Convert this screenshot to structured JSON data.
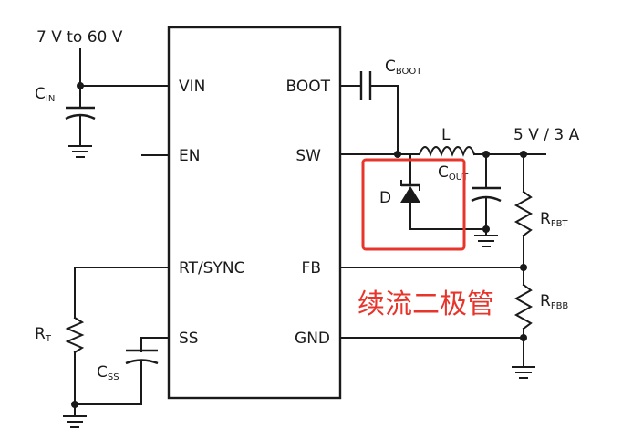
{
  "supply": {
    "input_range": "7 V to 60 V",
    "output": "5 V / 3 A"
  },
  "pins": {
    "vin": "VIN",
    "en": "EN",
    "rt_sync": "RT/SYNC",
    "ss": "SS",
    "boot": "BOOT",
    "sw": "SW",
    "fb": "FB",
    "gnd": "GND"
  },
  "components": {
    "c_in": {
      "main": "C",
      "sub": "IN"
    },
    "c_boot": {
      "main": "C",
      "sub": "BOOT"
    },
    "inductor": "L",
    "c_out": {
      "main": "C",
      "sub": "OUT"
    },
    "diode": "D",
    "r_fbt": {
      "main": "R",
      "sub": "FBT"
    },
    "r_fbb": {
      "main": "R",
      "sub": "FBB"
    },
    "r_t": {
      "main": "R",
      "sub": "T"
    },
    "c_ss": {
      "main": "C",
      "sub": "SS"
    }
  },
  "annotation": {
    "text": "续流二极管",
    "color": "#e8352c"
  },
  "colors": {
    "wire": "#1a1a1a",
    "highlight": "#e8352c"
  }
}
